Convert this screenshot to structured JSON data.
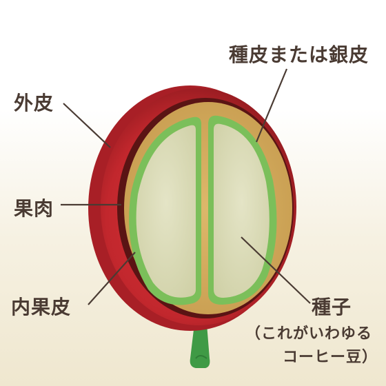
{
  "labels": {
    "exocarp": "外皮",
    "pulp": "果肉",
    "parchment": "内果皮",
    "silver_skin": "種皮または銀皮",
    "seed": "種子",
    "seed_note_line1": "（これがいわゆる",
    "seed_note_line2": "コーヒー豆）"
  },
  "colors": {
    "skin_red": "#c2272d",
    "skin_dark": "#5a1414",
    "pulp_tan": "#d2aa5e",
    "parchment_green": "#7bbf5a",
    "seed_fill": "#dcdcb7",
    "stem_green": "#3f9a45",
    "leader_line": "#4a3b33",
    "text": "#4a3b33"
  }
}
